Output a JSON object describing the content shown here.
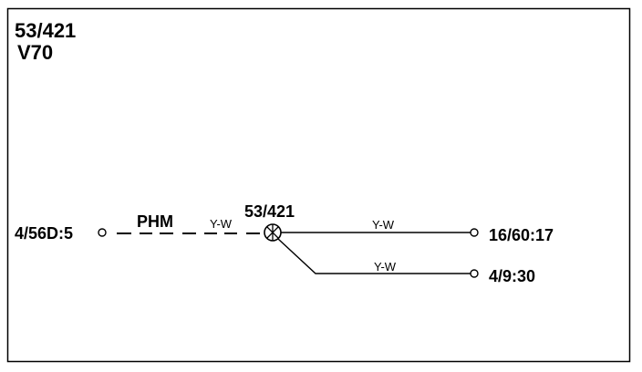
{
  "title": {
    "line1": "53/421",
    "line2": "V70"
  },
  "splice": {
    "label": "53/421"
  },
  "terminals": {
    "left": "4/56D:5",
    "right_top": "16/60:17",
    "right_bottom": "4/9:30"
  },
  "component": {
    "label": "PHM"
  },
  "wires": {
    "left": "Y-W",
    "top": "Y-W",
    "bottom": "Y-W"
  }
}
